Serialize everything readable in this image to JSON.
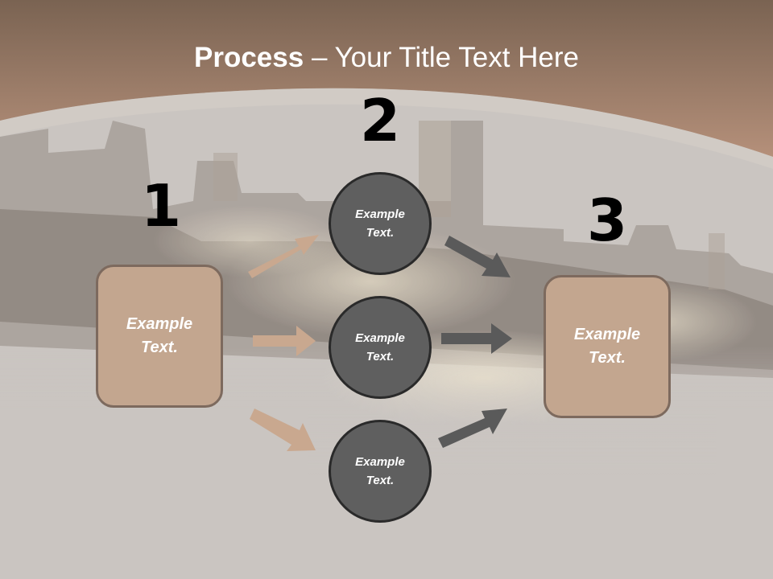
{
  "slide": {
    "title_bold": "Process",
    "title_rest": " – Your Title Text Here"
  },
  "steps": [
    {
      "number": "1"
    },
    {
      "number": "2"
    },
    {
      "number": "3"
    }
  ],
  "left_box": {
    "text": "Example Text."
  },
  "right_box": {
    "text": "Example Text."
  },
  "circles": [
    {
      "text": "Example Text."
    },
    {
      "text": "Example Text."
    },
    {
      "text": "Example Text."
    }
  ],
  "colors": {
    "header_brown": "#a88268",
    "box_fill": "#c3a68f",
    "box_border": "#7d6a5e",
    "circle_fill": "#5f5f5f",
    "arrow_tan": "#c9a88f",
    "arrow_gray": "#5a5a5a",
    "background": "#cac5c1"
  }
}
